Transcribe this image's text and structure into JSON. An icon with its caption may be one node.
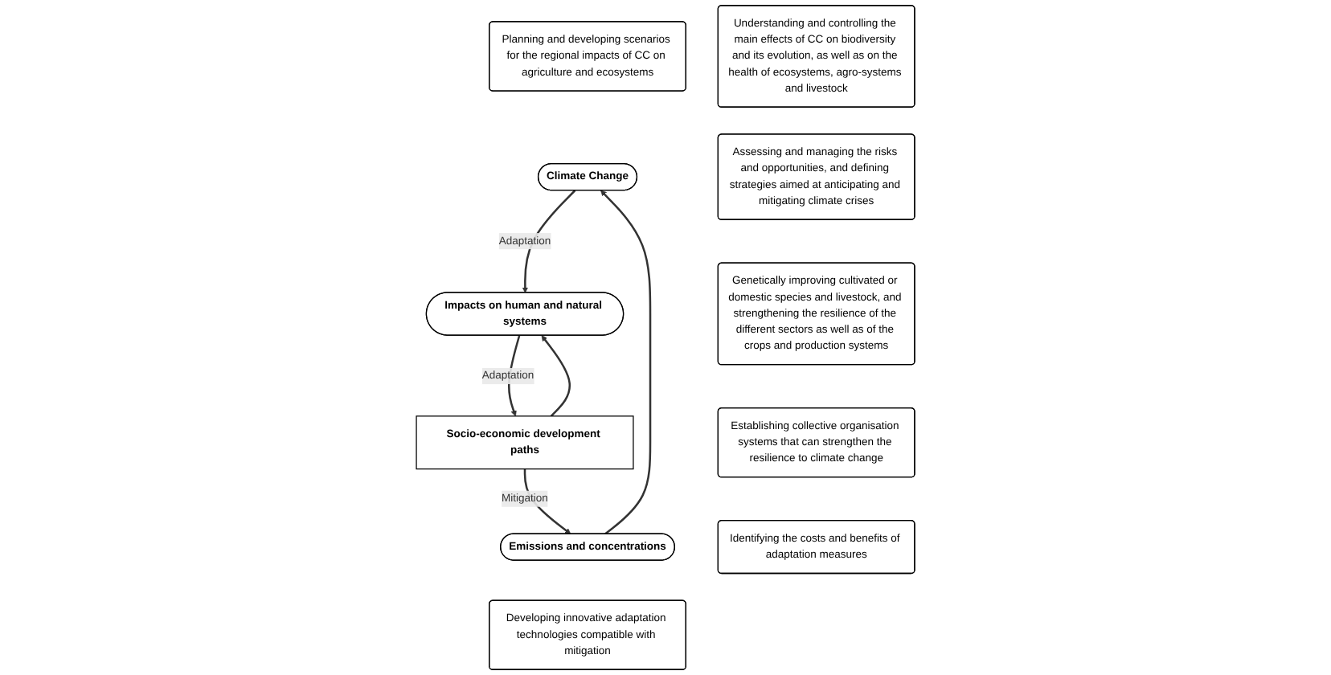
{
  "diagram": {
    "nodes": [
      {
        "text": [
          "Planning and developing scenarios for the regional impacts of CC on agriculture and ecosystems"
        ]
      },
      {
        "text": [
          "Understanding and controlling the main effects of CC on biodiversity and its evolution, as well as on the health of ecosystems, agro-systems and livestock"
        ]
      },
      {
        "text": [
          "Climate Change"
        ]
      },
      {
        "text": [
          "Impacts on human and natural systems"
        ]
      },
      {
        "text": [
          "Assessing and managing the risks and opportunities, and defining strategies aimed at anticipating and mitigating climate crises"
        ]
      },
      {
        "text": [
          "Genetically improving cultivated or domestic species and livestock, and strengthening the resilience of the different sectors as well as of the crops and production systems"
        ]
      },
      {
        "text": [
          "Emissions and concentrations"
        ]
      },
      {
        "text": [
          "Socio-economic development paths"
        ]
      },
      {
        "text": [
          "Establishing collective organisation systems that can strengthen the resilience to climate change"
        ]
      },
      {
        "text": [
          "Developing innovative adaptation technologies compatible with mitigation"
        ]
      },
      {
        "text": [
          "Identifying the costs and benefits of adaptation measures"
        ]
      }
    ],
    "edges": [
      {
        "from": 2,
        "to": 3,
        "arrow": "to",
        "label": "Adaptation"
      },
      {
        "from": 3,
        "to": 7,
        "arrow": "to",
        "label": "Adaptation"
      },
      {
        "from": 7,
        "to": 3,
        "arrow": "to"
      },
      {
        "from": 7,
        "to": 6,
        "arrow": "to",
        "label": "Mitigation"
      },
      {
        "from": 6,
        "to": 2,
        "arrow": "to"
      }
    ]
  }
}
